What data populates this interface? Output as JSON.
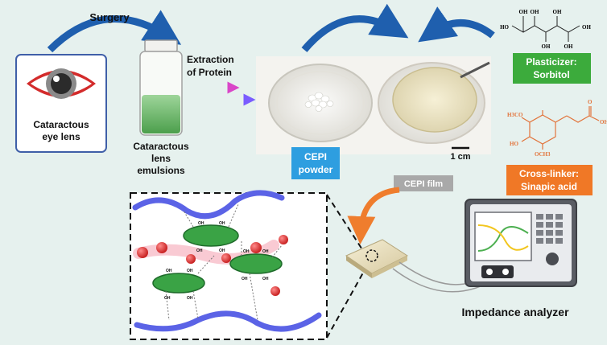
{
  "labels": {
    "surgery": "Surgery",
    "eye_lens_line1": "Cataractous",
    "eye_lens_line2": "eye lens",
    "emulsion_line1": "Cataractous",
    "emulsion_line2": "lens",
    "emulsion_line3": "emulsions",
    "extraction_line1": "Extraction",
    "extraction_line2": "of Protein",
    "powder_line1": "CEPI",
    "powder_line2": "powder",
    "film": "CEPI film",
    "scale": "1 cm",
    "plasticizer_line1": "Plasticizer:",
    "plasticizer_line2": "Sorbitol",
    "crosslinker_line1": "Cross-linker:",
    "crosslinker_line2": "Sinapic acid",
    "analyzer": "Impedance analyzer"
  },
  "sorbitol_groups": {
    "oh_top_1": "OH",
    "oh_top_2": "OH",
    "oh_top_3": "OH",
    "ho_left": "HO",
    "oh_right": "OH",
    "oh_bot_1": "OH",
    "oh_bot_2": "OH"
  },
  "sinapic_groups": {
    "methoxy_top": "H3CO",
    "hydroxyl": "HO",
    "methoxy_bottom": "OCH3",
    "carbonyl_o": "O",
    "acid_oh": "OH"
  },
  "network_groups": {
    "oh": "OH"
  },
  "colors": {
    "background": "#e6f1ee",
    "arrow_blue": "#1f5fae",
    "plasticizer_green": "#3cab3c",
    "crosslinker_orange": "#f07826",
    "powder_blue": "#2e9ee0",
    "film_gray": "#a9a9a9",
    "chain_blue": "#5b63e6",
    "ring_green": "#3aa345",
    "ion_red": "#e0262c",
    "orange_arrow": "#ef7d2d"
  },
  "icons": {
    "eye": "eye-icon",
    "bottle": "bottle-icon",
    "analyzer": "analyzer-icon"
  }
}
